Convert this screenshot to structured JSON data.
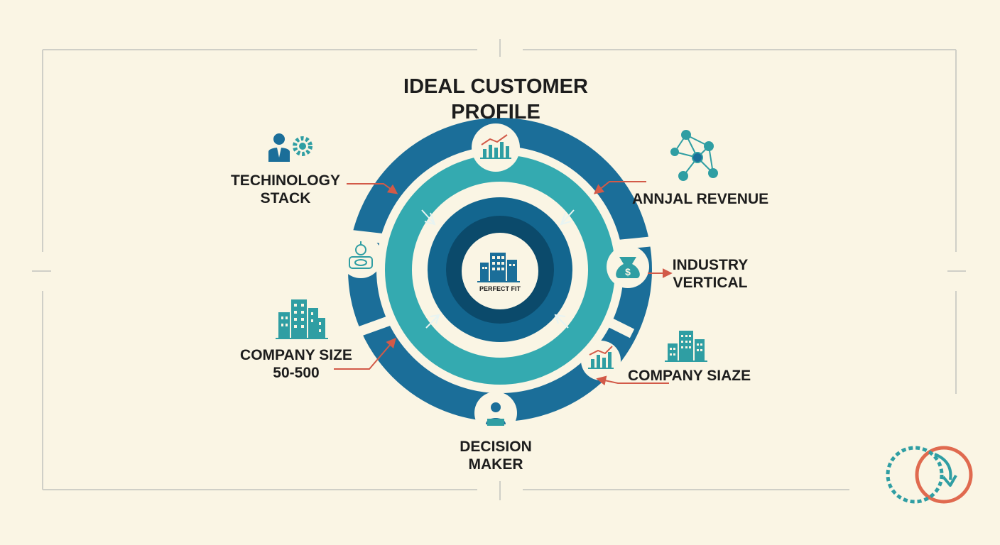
{
  "title": {
    "line1": "IDEAL CUSTOMER",
    "line2": "PROFILE"
  },
  "center": {
    "label": "PERFECT FIT",
    "icon": "building-icon"
  },
  "factors": [
    {
      "line1": "TECHINOLOGY",
      "line2": "STACK",
      "icon": "person-gear-icon"
    },
    {
      "line1": "ANNJAL REVENUE",
      "line2": "",
      "icon": "network-icon"
    },
    {
      "line1": "INDUSTRY",
      "line2": "VERTICAL",
      "icon": "money-bag-icon"
    },
    {
      "line1": "COMPANY SIAZE",
      "line2": "",
      "icon": "city-buildings-icon"
    },
    {
      "line1": "DECISION",
      "line2": "MAKER",
      "icon": "person-laptop-icon"
    },
    {
      "line1": "COMPANY SIZE",
      "line2": "50-500",
      "icon": "office-buildings-icon"
    }
  ],
  "ring_badges": [
    "bar-chart-icon",
    "money-bag-icon",
    "bar-chart-icon",
    "person-laptop-icon",
    "robot-icon"
  ],
  "corner_icon": "cycle-refresh-icon",
  "colors": {
    "background": "#faf5e4",
    "outer_ring": "#1b6e99",
    "middle_ring": "#34aab0",
    "inner_ring": "#13668f",
    "core": "#0b4a6b",
    "arrow": "#d25a48",
    "icon_teal": "#2f9ea3",
    "frame": "#cfcfc7"
  }
}
